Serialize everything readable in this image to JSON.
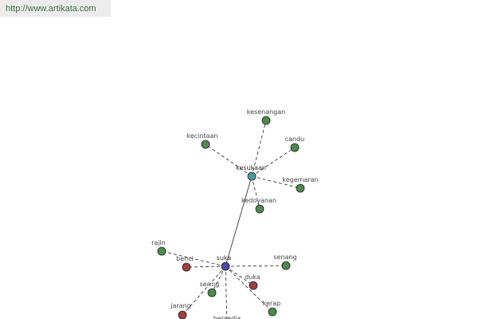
{
  "header": {
    "url": "http://www.artikata.com"
  },
  "colors": {
    "synonym": "#4e8a4e",
    "antonym": "#a04040",
    "hub_primary": "#4a4aa8",
    "hub_secondary": "#4a9a9a",
    "edge": "#222222"
  },
  "graph": {
    "nodes": [
      {
        "id": "suka",
        "label": "suka",
        "kind": "hub_primary"
      },
      {
        "id": "kesukaan",
        "label": "kesukaan",
        "kind": "hub_secondary"
      },
      {
        "id": "kesenangan",
        "label": "kesenangan",
        "kind": "synonym"
      },
      {
        "id": "kecintaan",
        "label": "kecintaan",
        "kind": "synonym"
      },
      {
        "id": "candu",
        "label": "candu",
        "kind": "synonym"
      },
      {
        "id": "kegemaran",
        "label": "kegemaran",
        "kind": "synonym"
      },
      {
        "id": "kedoyanan",
        "label": "kedoyanan",
        "kind": "synonym"
      },
      {
        "id": "rajin",
        "label": "rajin",
        "kind": "synonym"
      },
      {
        "id": "benci",
        "label": "benci",
        "kind": "antonym"
      },
      {
        "id": "senang",
        "label": "senang",
        "kind": "synonym"
      },
      {
        "id": "sering",
        "label": "sering",
        "kind": "synonym"
      },
      {
        "id": "duka",
        "label": "duka",
        "kind": "antonym"
      },
      {
        "id": "jarang",
        "label": "jarang",
        "kind": "antonym"
      },
      {
        "id": "kerap",
        "label": "kerap",
        "kind": "synonym"
      },
      {
        "id": "bersedia",
        "label": "bersedia",
        "kind": "synonym"
      }
    ],
    "edges": [
      {
        "from": "suka",
        "to": "kesukaan",
        "style": "solid"
      },
      {
        "from": "kesukaan",
        "to": "kesenangan",
        "style": "dashed"
      },
      {
        "from": "kesukaan",
        "to": "kecintaan",
        "style": "dashed"
      },
      {
        "from": "kesukaan",
        "to": "candu",
        "style": "dashed"
      },
      {
        "from": "kesukaan",
        "to": "kegemaran",
        "style": "dashed"
      },
      {
        "from": "kesukaan",
        "to": "kedoyanan",
        "style": "dashed"
      },
      {
        "from": "suka",
        "to": "rajin",
        "style": "dashed"
      },
      {
        "from": "suka",
        "to": "benci",
        "style": "dashed"
      },
      {
        "from": "suka",
        "to": "senang",
        "style": "dashed"
      },
      {
        "from": "suka",
        "to": "sering",
        "style": "dashed"
      },
      {
        "from": "suka",
        "to": "duka",
        "style": "dashed"
      },
      {
        "from": "suka",
        "to": "jarang",
        "style": "dashed"
      },
      {
        "from": "suka",
        "to": "kerap",
        "style": "dashed"
      },
      {
        "from": "suka",
        "to": "bersedia",
        "style": "dashed"
      }
    ]
  }
}
